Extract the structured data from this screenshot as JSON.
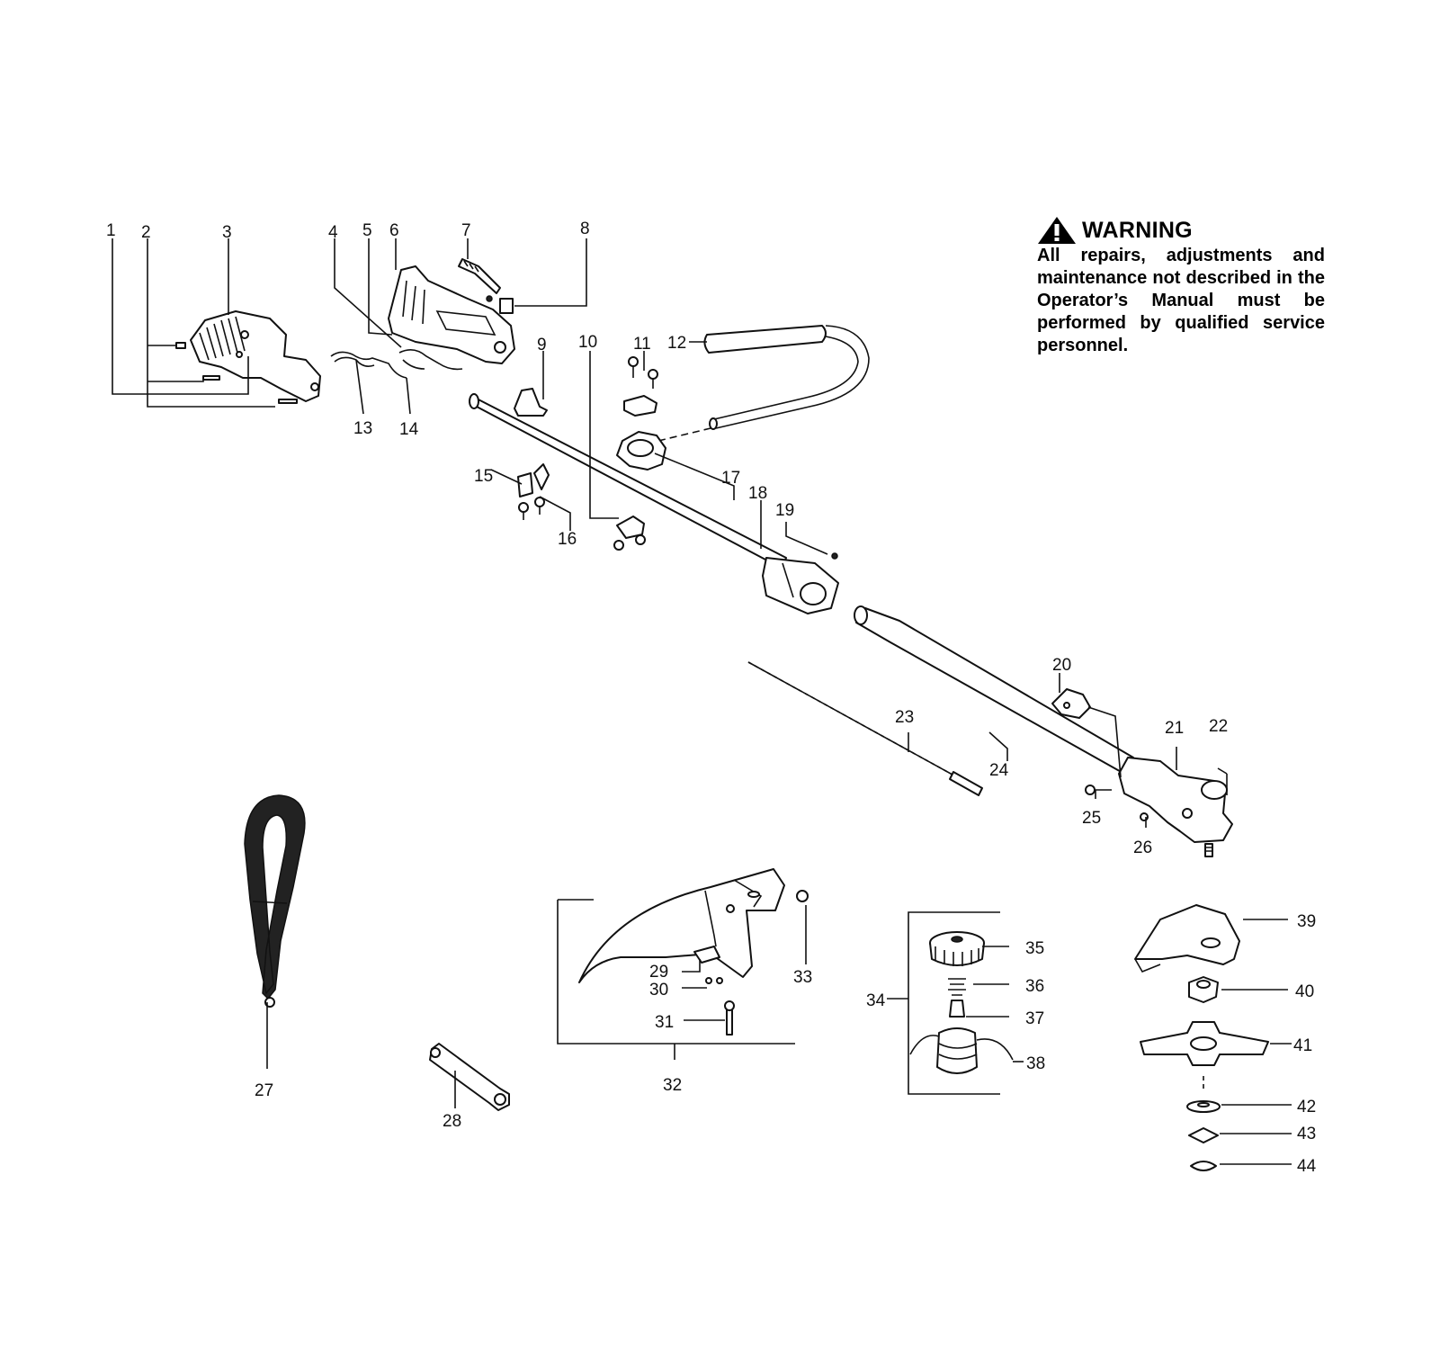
{
  "warning": {
    "title": "WARNING",
    "text": "All repairs, adjustments and maintenance not described in the Operator’s Manual must be performed by qualified service personnel."
  },
  "callouts": [
    "1",
    "2",
    "3",
    "4",
    "5",
    "6",
    "7",
    "8",
    "9",
    "10",
    "11",
    "12",
    "13",
    "14",
    "15",
    "16",
    "17",
    "18",
    "19",
    "20",
    "21",
    "22",
    "23",
    "24",
    "25",
    "26",
    "27",
    "28",
    "29",
    "30",
    "31",
    "32",
    "33",
    "34",
    "35",
    "36",
    "37",
    "38",
    "39",
    "40",
    "41",
    "42",
    "43",
    "44"
  ]
}
